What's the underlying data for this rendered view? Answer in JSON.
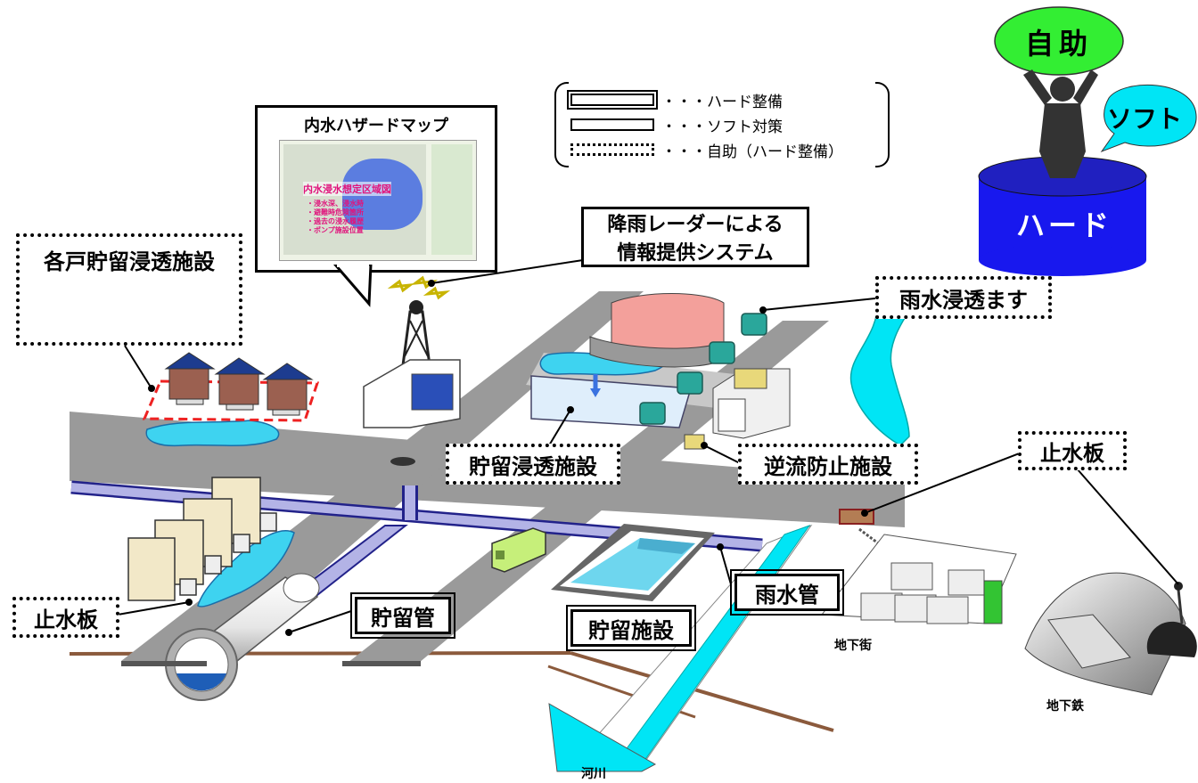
{
  "legend": {
    "hard": "・・・ハード整備",
    "soft": "・・・ソフト対策",
    "jijo": "・・・自助（ハード整備）"
  },
  "concept": {
    "self_help": "自助",
    "soft": "ソフト",
    "hard": "ハード"
  },
  "hazard_map": {
    "title": "内水ハザードマップ",
    "map_heading": "内水浸水想定区域図",
    "map_notes": [
      "・浸水深、浸水時",
      "・避難時危険箇所",
      "・過去の浸水履歴",
      "・ポンプ施設位置"
    ]
  },
  "labels": {
    "household_storage": "各戸貯留浸透施設",
    "radar_system_line1": "降雨レーダーによる",
    "radar_system_line2": "情報提供システム",
    "infiltration_basin": "雨水浸透ます",
    "storage_infiltration": "貯留浸透施設",
    "backflow_prevention": "逆流防止施設",
    "flood_barrier_right": "止水板",
    "flood_barrier_left": "止水板",
    "storage_pipe": "貯留管",
    "storage_facility": "貯留施設",
    "rainwater_pipe": "雨水管",
    "underground_mall": "地下街",
    "subway": "地下鉄",
    "river": "河川"
  },
  "colors": {
    "road": "#9a9a9a",
    "water": "#00e5f5",
    "pipe": "#8888cc",
    "ground": "#8b5a3c",
    "green_oval": "#33ee33",
    "hard_cylinder": "#1818ee",
    "tank": "#2aa79b",
    "danger_dash": "#ee2222"
  }
}
